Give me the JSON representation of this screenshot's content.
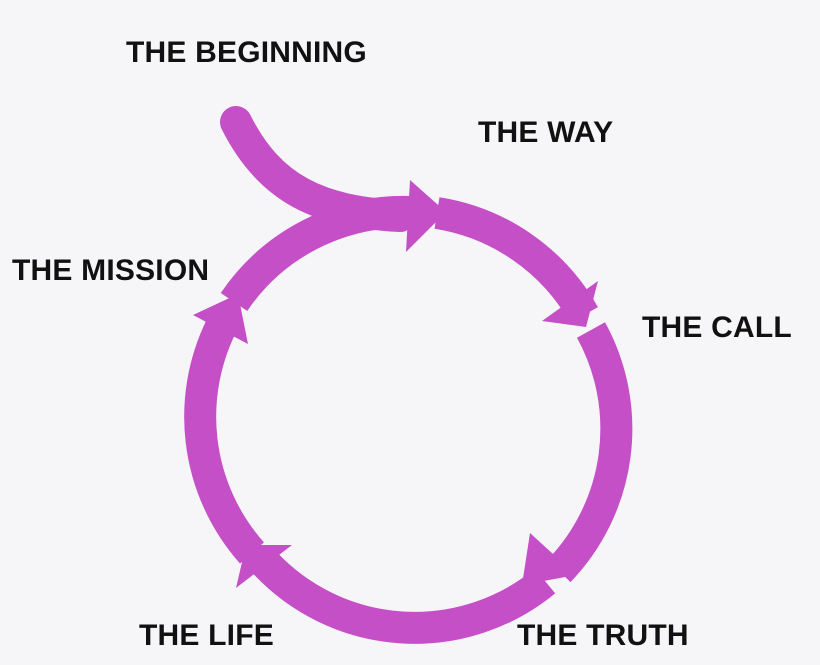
{
  "diagram": {
    "colors": {
      "arrow": "#c44fc6",
      "background": "#f6f6f8",
      "text": "#111111"
    },
    "stages": [
      {
        "label": "THE BEGINNING"
      },
      {
        "label": "THE WAY"
      },
      {
        "label": "THE CALL"
      },
      {
        "label": "THE TRUTH"
      },
      {
        "label": "THE LIFE"
      },
      {
        "label": "THE MISSION"
      }
    ],
    "icons": [
      "curved-arrow-icon",
      "arrowhead-icon"
    ]
  }
}
